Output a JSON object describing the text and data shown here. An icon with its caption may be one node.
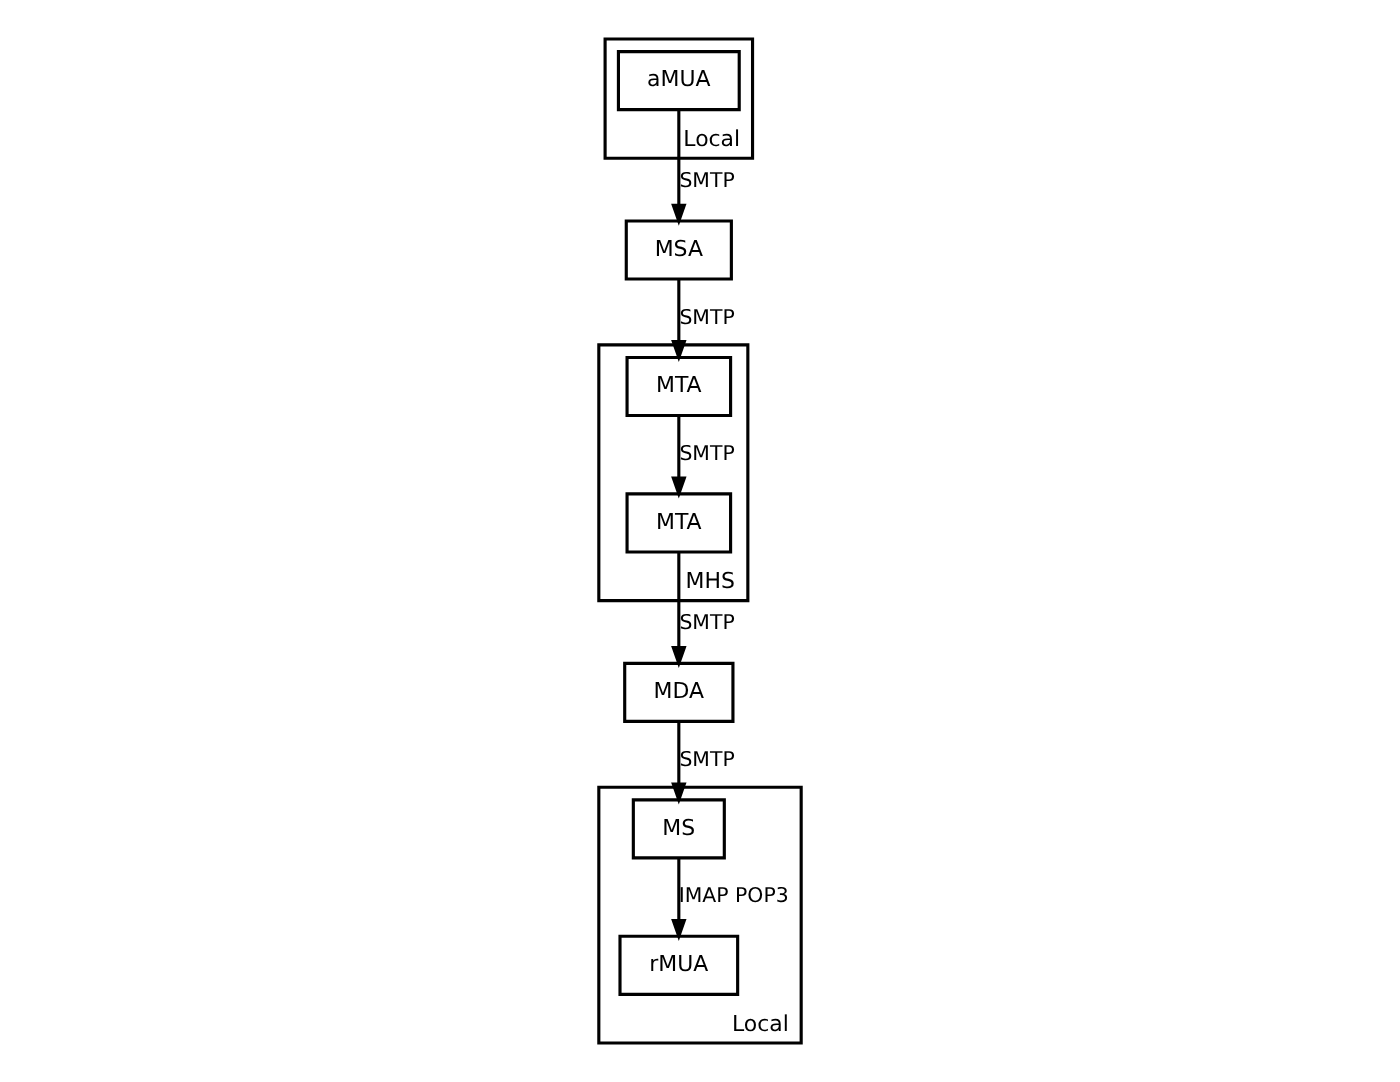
{
  "diagram": {
    "nodes": [
      {
        "text": [
          "Local"
        ]
      },
      {
        "text": [
          "aMUA"
        ],
        "in": 0
      },
      {
        "text": [
          "MSA"
        ]
      },
      {
        "text": [
          "MHS"
        ]
      },
      {
        "text": [
          "MTA"
        ],
        "in": 3
      },
      {
        "text": [
          "MTA"
        ],
        "in": 3
      },
      {
        "text": [
          "MDA"
        ]
      },
      {
        "text": [
          "Local"
        ]
      },
      {
        "text": [
          "MS"
        ],
        "in": 7
      },
      {
        "text": [
          "rMUA"
        ],
        "in": 7
      }
    ],
    "edges": [
      {
        "from": 1,
        "to": 2,
        "arrow": "to",
        "label": "SMTP"
      },
      {
        "from": 2,
        "to": 4,
        "arrow": "to",
        "label": "SMTP"
      },
      {
        "from": 4,
        "to": 5,
        "arrow": "to",
        "label": "SMTP"
      },
      {
        "from": 5,
        "to": 6,
        "arrow": "to",
        "label": "SMTP"
      },
      {
        "from": 6,
        "to": 8,
        "arrow": "to",
        "label": "SMTP"
      },
      {
        "from": 8,
        "to": 9,
        "arrow": "to",
        "label": "IMAP POP3"
      }
    ]
  }
}
